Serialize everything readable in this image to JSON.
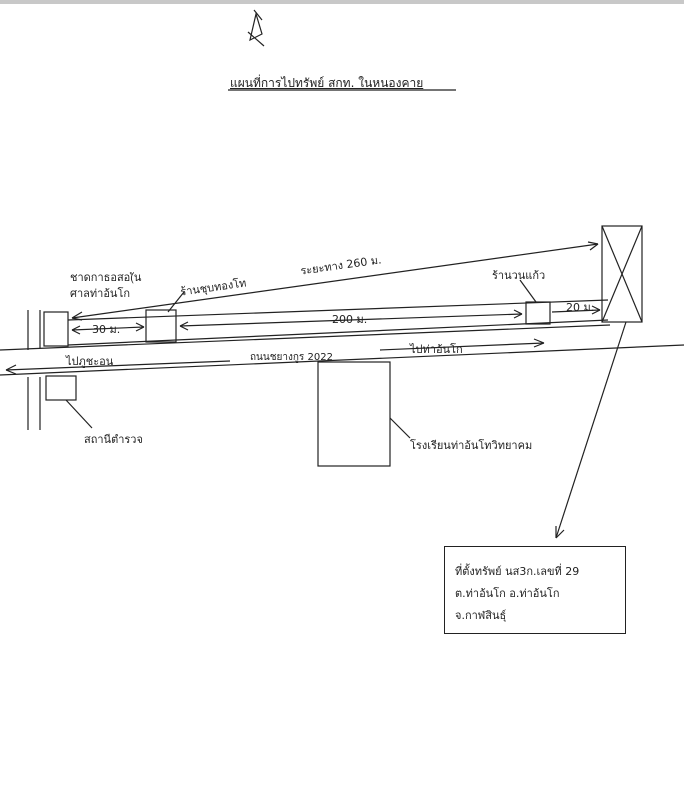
{
  "title": "แผนที่การไปทรัพย์ สกท. ในหนองคาย",
  "labels": {
    "office_top": "ชาดกาธอสอ(ัน",
    "office_bottom": "ศาลท่าอ้นโก",
    "shop1": "ร้านชุบทองโท",
    "distance_long": "ระยะทาง 260 ม.",
    "shop2": "ร้านวนแก้ว",
    "dist_30": "30 ม.",
    "dist_200": "200 ม.",
    "dist_20": "20 ม.",
    "to_left": "ไปภูชะอน",
    "road_name": "ถนนชยางกูร 2022",
    "to_right": "ไปท่าอ้นโก",
    "police": "สถานีตำรวจ",
    "school": "โรงเรียนท่าอ้นโทวิทยาคม"
  },
  "info": {
    "line1": "ที่ตั้งทรัพย์ นส3ก.เลขที่ 29",
    "line2": "ต.ท่าอ้นโก อ.ท่าอ้นโก",
    "line3": "จ.กาฬสินธุ์"
  }
}
